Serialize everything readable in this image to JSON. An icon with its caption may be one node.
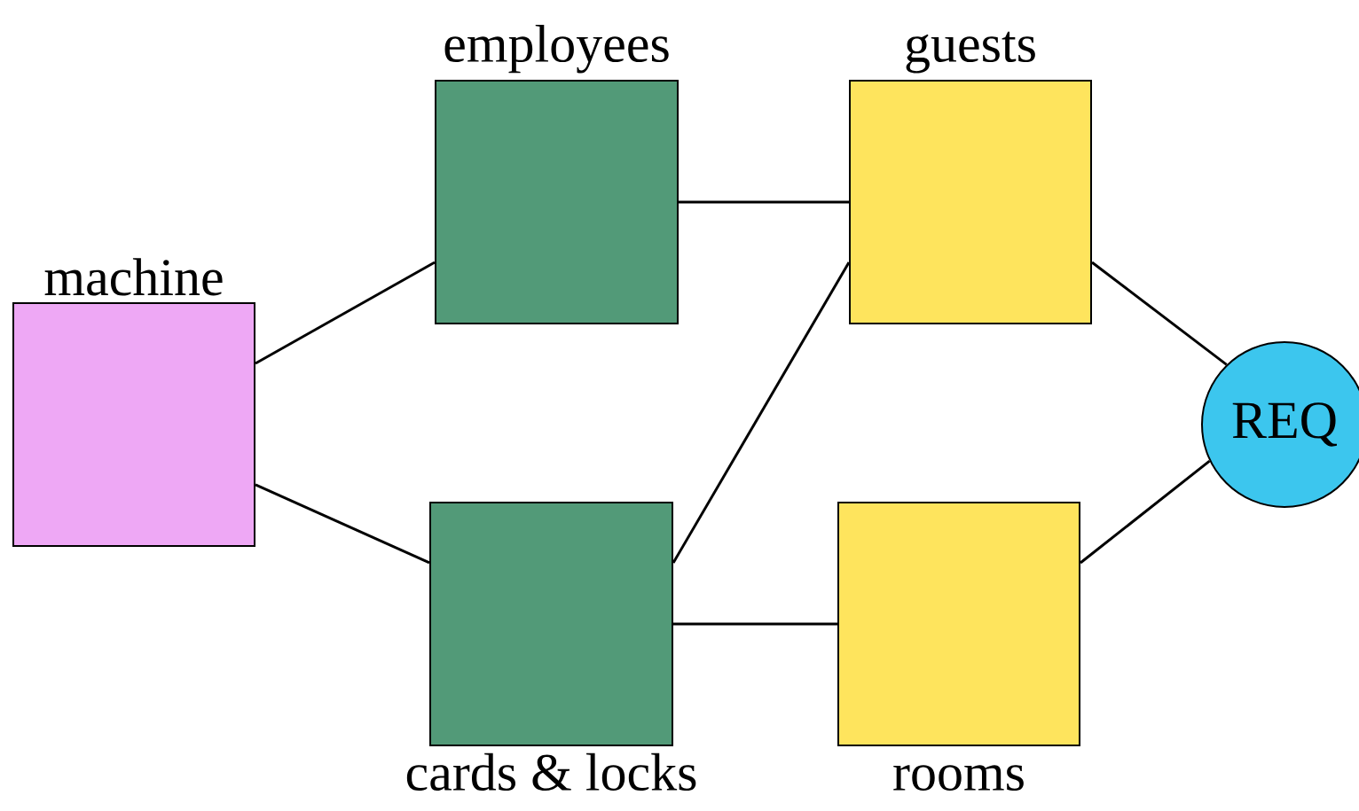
{
  "diagram": {
    "nodes": [
      {
        "text": [
          "machine"
        ]
      },
      {
        "text": [
          "employees"
        ]
      },
      {
        "text": [
          "guests"
        ]
      },
      {
        "text": [
          "cards & locks"
        ]
      },
      {
        "text": [
          "rooms"
        ]
      },
      {
        "text": [
          "REQ"
        ]
      }
    ],
    "edges": [
      {
        "from": 0,
        "to": 1,
        "arrow": "none"
      },
      {
        "from": 0,
        "to": 3,
        "arrow": "none"
      },
      {
        "from": 1,
        "to": 2,
        "arrow": "none"
      },
      {
        "from": 3,
        "to": 2,
        "arrow": "none"
      },
      {
        "from": 3,
        "to": 4,
        "arrow": "none"
      },
      {
        "from": 2,
        "to": 5,
        "arrow": "none"
      },
      {
        "from": 4,
        "to": 5,
        "arrow": "none"
      }
    ]
  }
}
